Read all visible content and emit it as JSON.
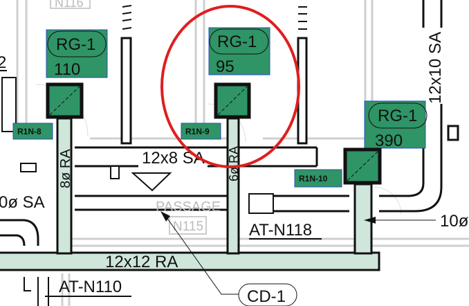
{
  "colors": {
    "tag_green": "#2f9466",
    "duct_fill": "#cfe6da",
    "highlight": "#e01e1e",
    "wall_gray": "#cfcfcf"
  },
  "grilles": [
    {
      "type": "RG-1",
      "cfm": "110",
      "room_tag": "R1N-8",
      "duct": "8ø RA"
    },
    {
      "type": "RG-1",
      "cfm": "95",
      "room_tag": "R1N-9",
      "duct": "6ø RA"
    },
    {
      "type": "RG-1",
      "cfm": "390",
      "room_tag": "R1N-10",
      "duct": "10ø"
    }
  ],
  "ducts": {
    "supply_main": "12x8 SA",
    "return_main": "12x12 RA",
    "supply_vertical": "12x10 SA",
    "supply_left": "0ø SA"
  },
  "rooms": {
    "passage": "PASSAGE",
    "n115": "N115",
    "n116": "N116",
    "at_n118": "AT-N118",
    "at_n110": "AT-N110",
    "left_fragment": "2"
  },
  "callouts": {
    "damper": "CD-1"
  }
}
